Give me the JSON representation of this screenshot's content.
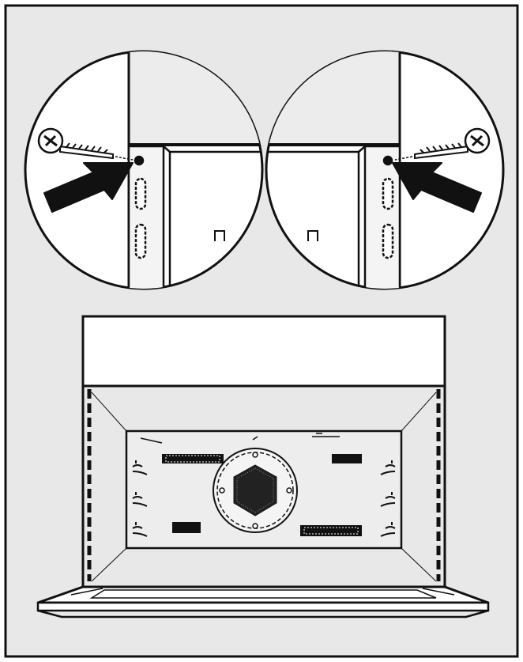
{
  "figure": {
    "kind": "installation-illustration",
    "colors": {
      "frame_fill": "#e8e8e8",
      "line": "#111111",
      "detail_fill": "#ffffff",
      "cavity_fill": "#ededed"
    },
    "callouts": [
      {
        "side": "left",
        "icon": "screw-icon",
        "pointer": "arrow-icon"
      },
      {
        "side": "right",
        "icon": "screw-icon",
        "pointer": "arrow-icon"
      }
    ]
  }
}
